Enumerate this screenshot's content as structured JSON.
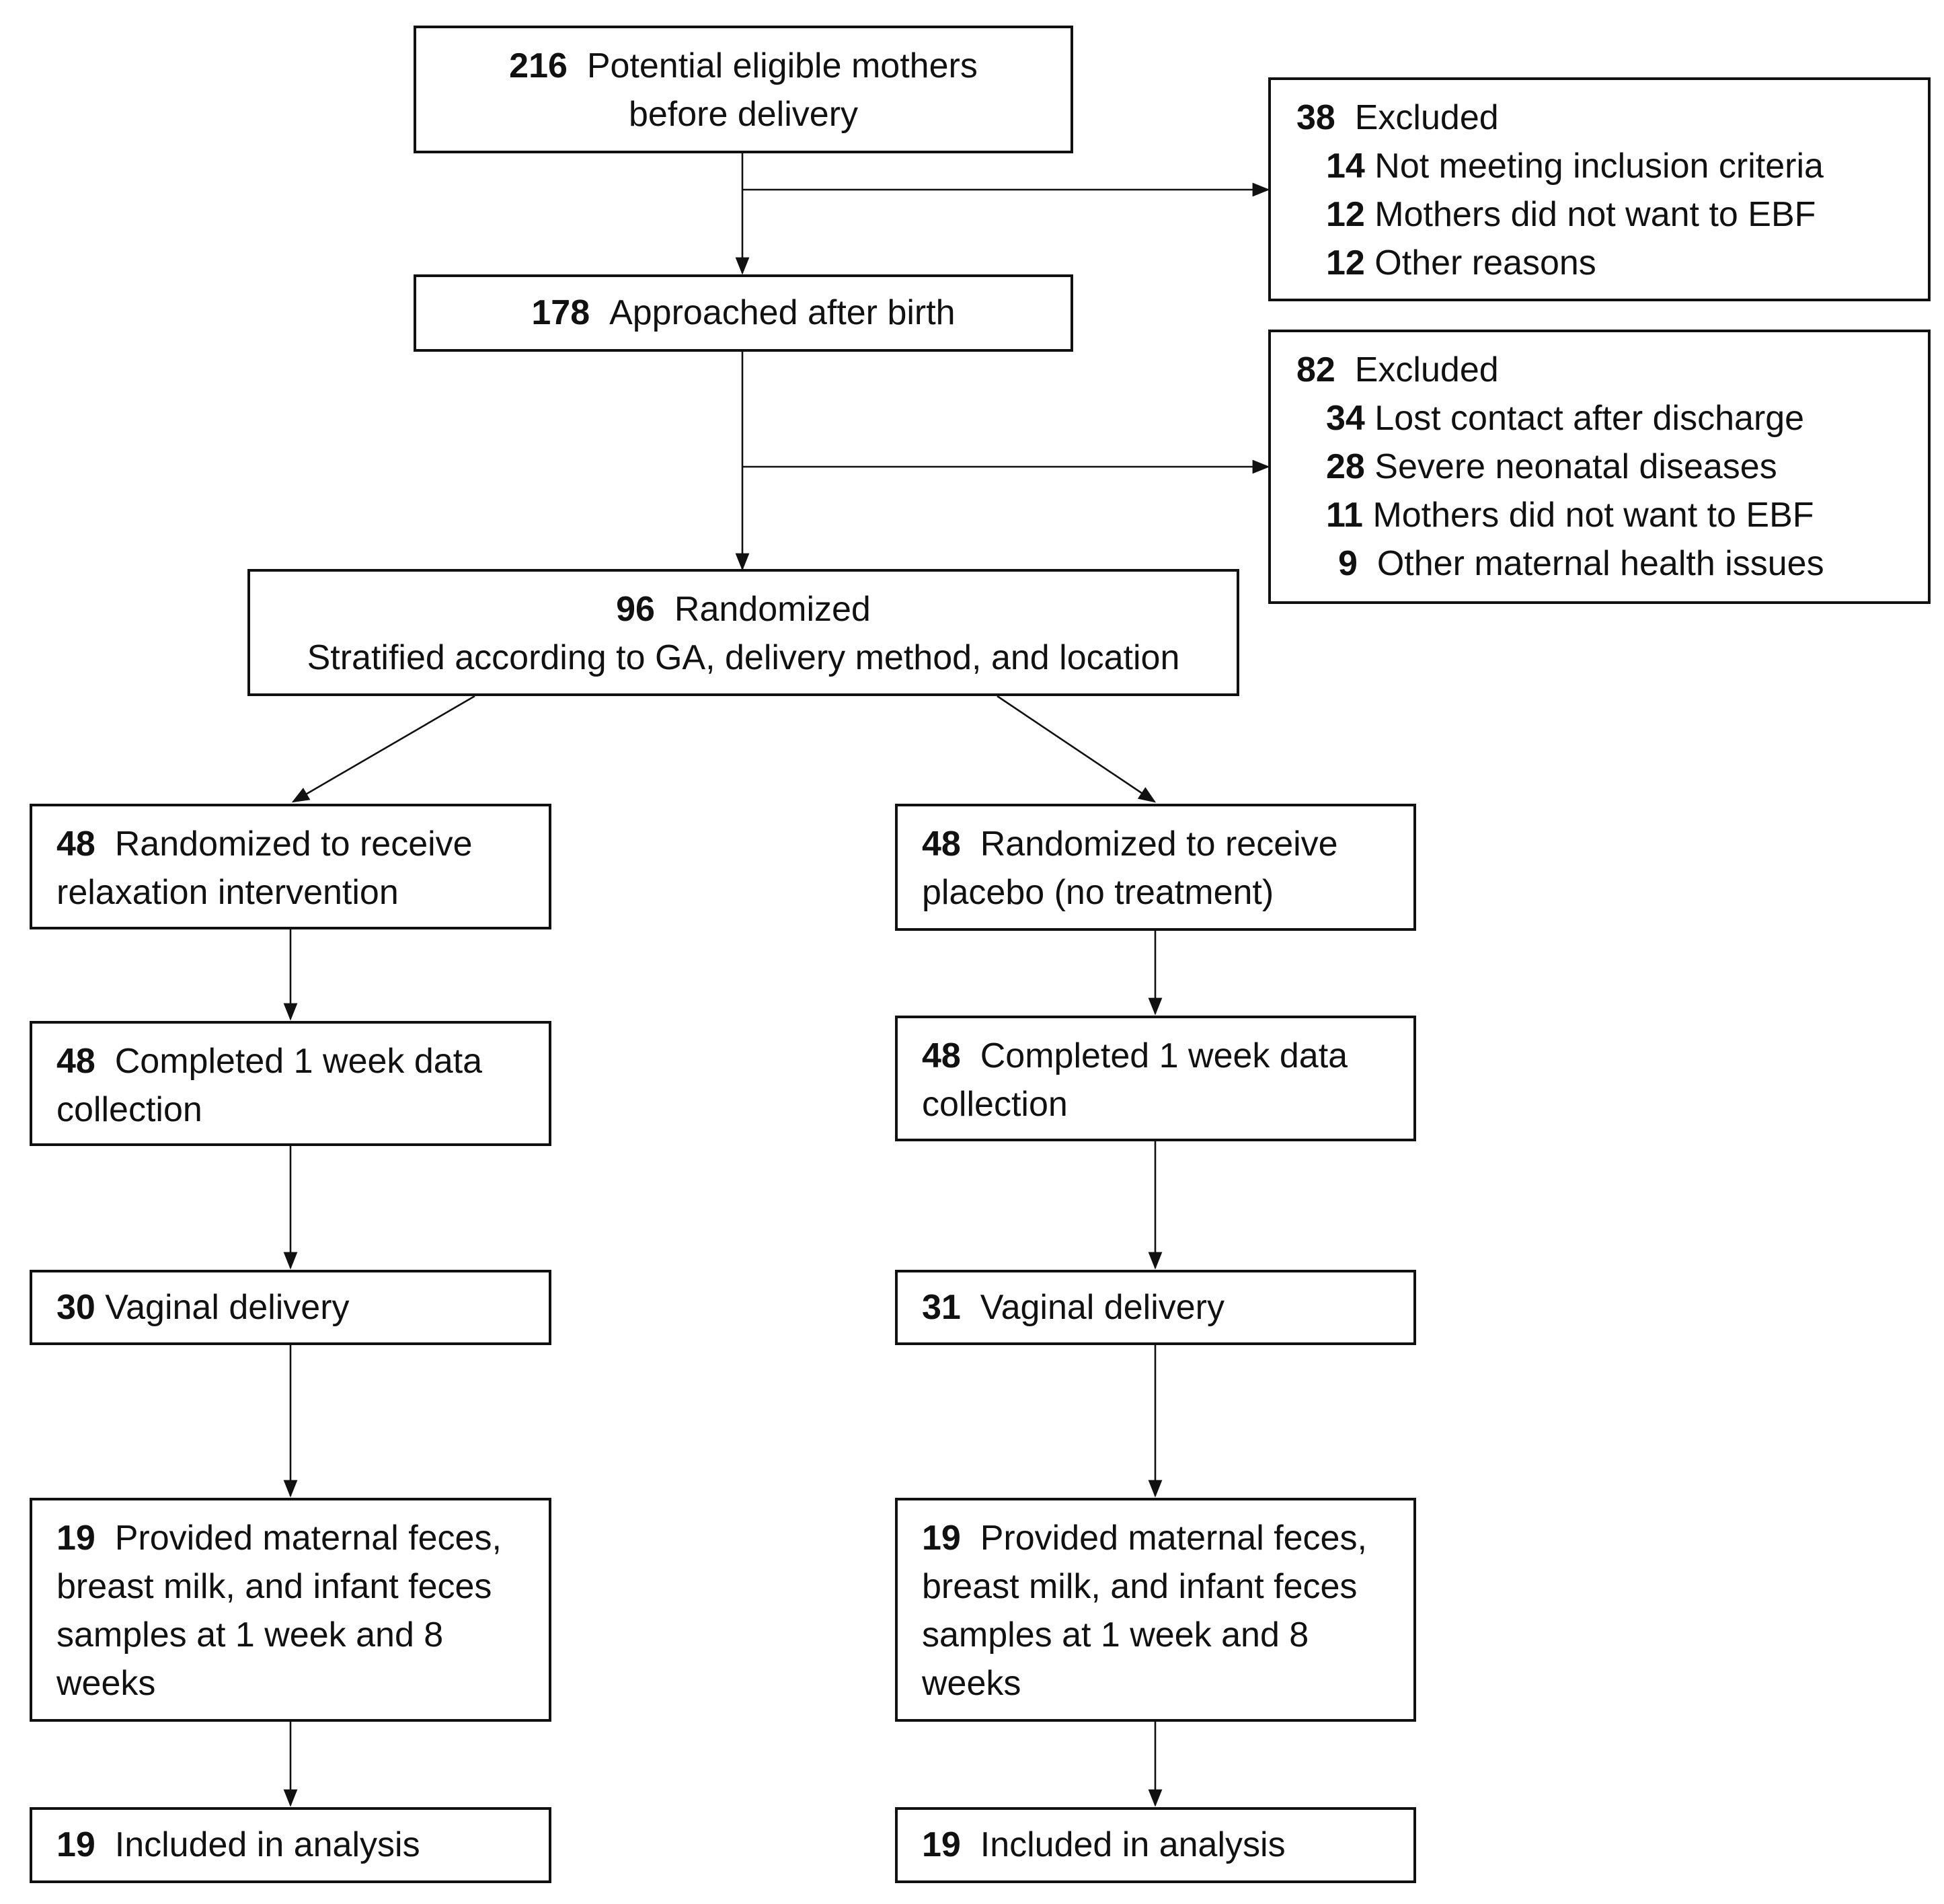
{
  "nodes": {
    "potential": {
      "n": "216",
      "lines": [
        "Potential eligible mothers",
        "before delivery"
      ]
    },
    "excluded1": {
      "n": "38",
      "label": "Excluded",
      "items": [
        {
          "n": "14",
          "label": "Not meeting inclusion criteria"
        },
        {
          "n": "12",
          "label": "Mothers did not want to EBF"
        },
        {
          "n": "12",
          "label": "Other reasons"
        }
      ]
    },
    "approached": {
      "n": "178",
      "label": "Approached after birth"
    },
    "excluded2": {
      "n": "82",
      "label": "Excluded",
      "items": [
        {
          "n": "34",
          "label": "Lost contact after discharge"
        },
        {
          "n": "28",
          "label": "Severe neonatal diseases"
        },
        {
          "n": "11",
          "label": "Mothers did not want to EBF"
        },
        {
          "n": "9",
          "label": "Other maternal health issues"
        }
      ]
    },
    "randomized": {
      "n": "96",
      "label": "Randomized",
      "line2": "Stratified according to GA, delivery method, and location"
    },
    "left": {
      "arm": {
        "n": "48",
        "line1": "Randomized to receive",
        "line2": "relaxation intervention"
      },
      "week1": {
        "n": "48",
        "line1": "Completed 1 week data",
        "line2": "collection"
      },
      "vaginal": {
        "n": "30",
        "label": "Vaginal delivery"
      },
      "samples": {
        "n": "19",
        "line1": "Provided maternal feces,",
        "line2": "breast milk, and infant feces",
        "line3": "samples at 1 week and 8",
        "line4": "weeks"
      },
      "analysis": {
        "n": "19",
        "label": "Included in analysis"
      }
    },
    "right": {
      "arm": {
        "n": "48",
        "line1": "Randomized to receive",
        "line2": "placebo (no treatment)"
      },
      "week1": {
        "n": "48",
        "line1": "Completed 1 week data",
        "line2": "collection"
      },
      "vaginal": {
        "n": "31",
        "label": "Vaginal delivery"
      },
      "samples": {
        "n": "19",
        "line1": "Provided maternal feces,",
        "line2": "breast milk, and infant feces",
        "line3": "samples at 1 week and 8",
        "line4": "weeks"
      },
      "analysis": {
        "n": "19",
        "label": "Included in analysis"
      }
    }
  }
}
